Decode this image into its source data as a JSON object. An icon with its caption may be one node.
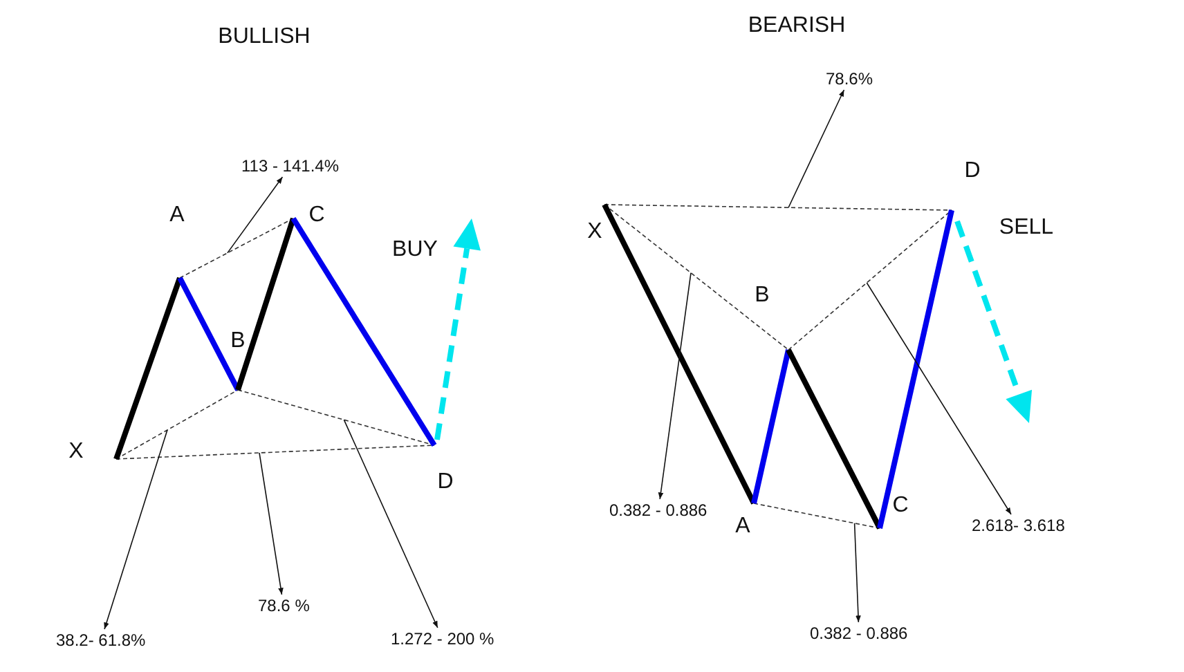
{
  "diagram": {
    "nodes": [
      {
        "text": [
          "113 - 141.4%"
        ]
      },
      {
        "text": [
          "38.2- 61.8%"
        ]
      },
      {
        "text": [
          "78.6 %"
        ]
      },
      {
        "text": [
          "1.272 - 200 %"
        ]
      },
      {
        "text": [
          "78.6%"
        ]
      },
      {
        "text": [
          "0.382 - 0.886"
        ]
      },
      {
        "text": [
          "0.382 - 0.886"
        ]
      },
      {
        "text": [
          "2.618- 3.618"
        ]
      },
      {
        "text": [],
        "shape": "line"
      },
      {
        "text": [],
        "shape": "line"
      },
      {
        "text": [],
        "shape": "line"
      },
      {
        "text": [],
        "shape": "line"
      },
      {
        "text": [],
        "shape": "line"
      },
      {
        "text": [],
        "shape": "line"
      },
      {
        "text": [],
        "shape": "line"
      },
      {
        "text": [],
        "shape": "line"
      }
    ],
    "edges": [
      {
        "from": 8,
        "to": 0,
        "arrow": "to"
      },
      {
        "from": 9,
        "to": 1,
        "arrow": "to"
      },
      {
        "from": 10,
        "to": 2,
        "arrow": "to"
      },
      {
        "from": 11,
        "to": 3,
        "arrow": "to"
      },
      {
        "from": 12,
        "to": 4,
        "arrow": "to"
      },
      {
        "from": 13,
        "to": 5,
        "arrow": "to"
      },
      {
        "from": 14,
        "to": 6,
        "arrow": "to"
      },
      {
        "from": 15,
        "to": 7,
        "arrow": "to"
      }
    ],
    "labels": [
      "BULLISH",
      "BEARISH",
      "A",
      "C",
      "D",
      "BUY",
      "X",
      "SELL",
      "B",
      "B",
      "X",
      "D",
      "A",
      "C"
    ]
  }
}
